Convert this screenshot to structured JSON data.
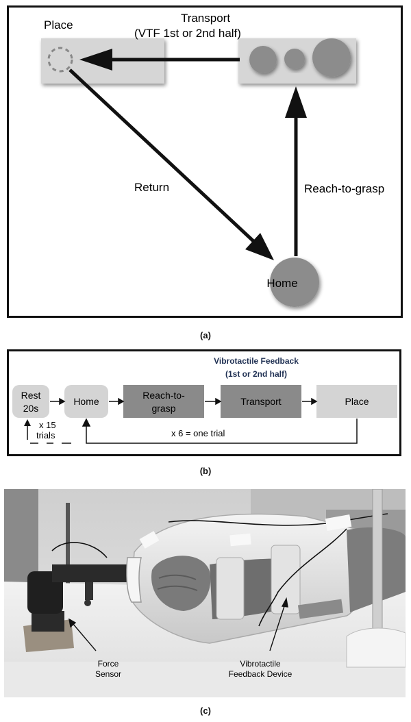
{
  "panel_a": {
    "place_label": "Place",
    "transport_label": "Transport",
    "transport_sub": "(VTF 1st or 2nd half)",
    "return_label": "Return",
    "reach_label": "Reach-to-grasp",
    "home_label": "Home"
  },
  "panel_b": {
    "title_line1": "Vibrotactile Feedback",
    "title_line2": "(1st or 2nd half)",
    "steps": {
      "rest_line1": "Rest",
      "rest_line2": "20s",
      "home": "Home",
      "reach_line1": "Reach-to-",
      "reach_line2": "grasp",
      "transport": "Transport",
      "place": "Place"
    },
    "repeat_trials_line1": "x 15",
    "repeat_trials_line2": "trials",
    "repeat_one_trial": "x 6 = one trial"
  },
  "panel_c": {
    "force_sensor_line1": "Force",
    "force_sensor_line2": "Sensor",
    "vtf_device_line1": "Vibrotactile",
    "vtf_device_line2": "Feedback Device"
  },
  "captions": {
    "a": "(a)",
    "b": "(b)",
    "c": "(c)"
  },
  "colors": {
    "accent_blue": "#1e2f52",
    "step_light": "#d4d4d4",
    "step_dark": "#8a8a8a"
  }
}
